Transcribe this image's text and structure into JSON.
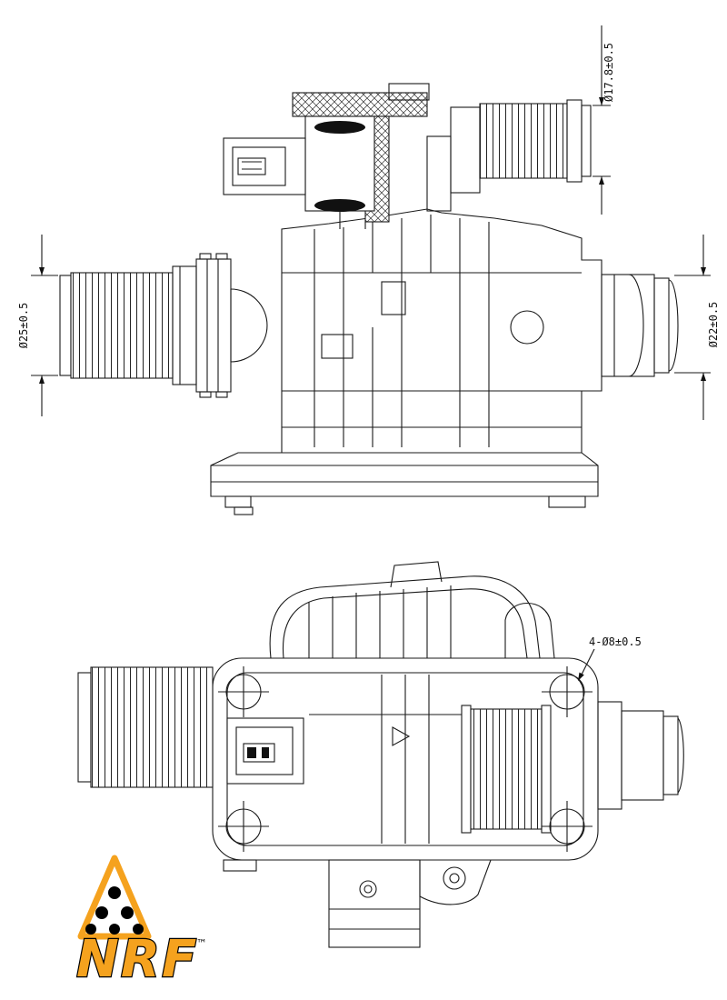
{
  "dimensions": {
    "top_pipe": "Ø17.8±0.5",
    "left_hose": "Ø25±0.5",
    "right_hose": "Ø22±0.5",
    "bolt_holes": "4-Ø8±0.5"
  },
  "logo": {
    "brand": "NRF",
    "trademark": "™",
    "orange": "#F5A21E",
    "black": "#000000"
  }
}
